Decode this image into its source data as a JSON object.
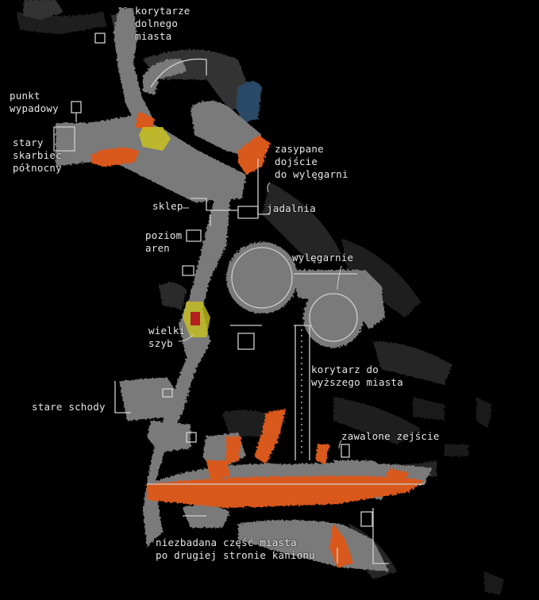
{
  "map": {
    "colors": {
      "background": "#000000",
      "rock": "#7a7a7a",
      "rock_dark": "#3e3e3e",
      "corridor": "#9a9a9a",
      "wall_line": "#cfcfcf",
      "lava": "#d9581c",
      "highlight": "#c8c21e",
      "danger": "#b32020",
      "water": "#2b4a66",
      "label_text": "#e6e6e6"
    },
    "labels": {
      "lower_city_corridors": "korytarze\ndolnego\nmiasta",
      "exit_point": "punkt\nwypadowy",
      "old_north_vault": "stary\nskarbiec\npółnocny",
      "buried_passage": "zasypane\ndojście\ndo wylęgarni",
      "shop": "sklep",
      "dining_hall": "jadalnia",
      "arena_level": "poziom\naren",
      "hatcheries": "wylęgarnie",
      "great_shaft": "wielki\nszyb",
      "upper_city_corridor": "korytarz do\nwyższego miasta",
      "old_stairs": "stare schody",
      "collapsed_descent": "zawalone zejście",
      "unexplored_part": "niezbadana część miasta\npo drugiej stronie kanionu"
    }
  }
}
